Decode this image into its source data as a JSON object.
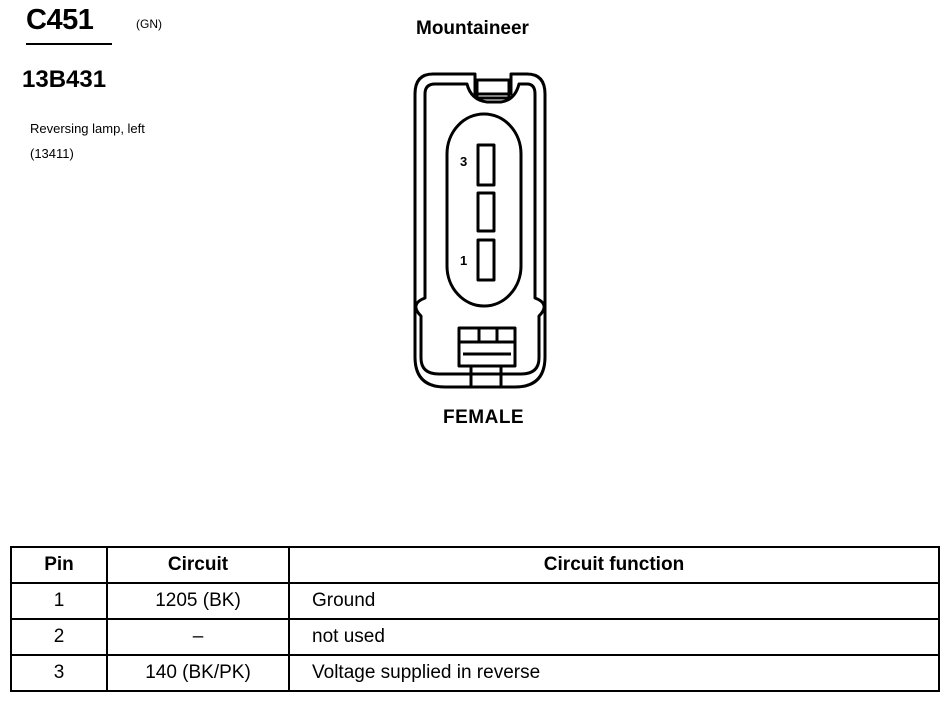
{
  "header": {
    "connector_id": "C451",
    "color_code": "(GN)",
    "part_number": "13B431",
    "description_line1": "Reversing lamp, left",
    "description_line2": "(13411)"
  },
  "diagram": {
    "vehicle": "Mountaineer",
    "gender": "FEMALE",
    "pin_labels": {
      "top": "3",
      "bottom": "1"
    }
  },
  "table": {
    "headers": [
      "Pin",
      "Circuit",
      "Circuit function"
    ],
    "rows": [
      {
        "pin": "1",
        "circuit": "1205 (BK)",
        "function": "Ground"
      },
      {
        "pin": "2",
        "circuit": "–",
        "function": "not used"
      },
      {
        "pin": "3",
        "circuit": "140 (BK/PK)",
        "function": "Voltage supplied in reverse"
      }
    ]
  }
}
